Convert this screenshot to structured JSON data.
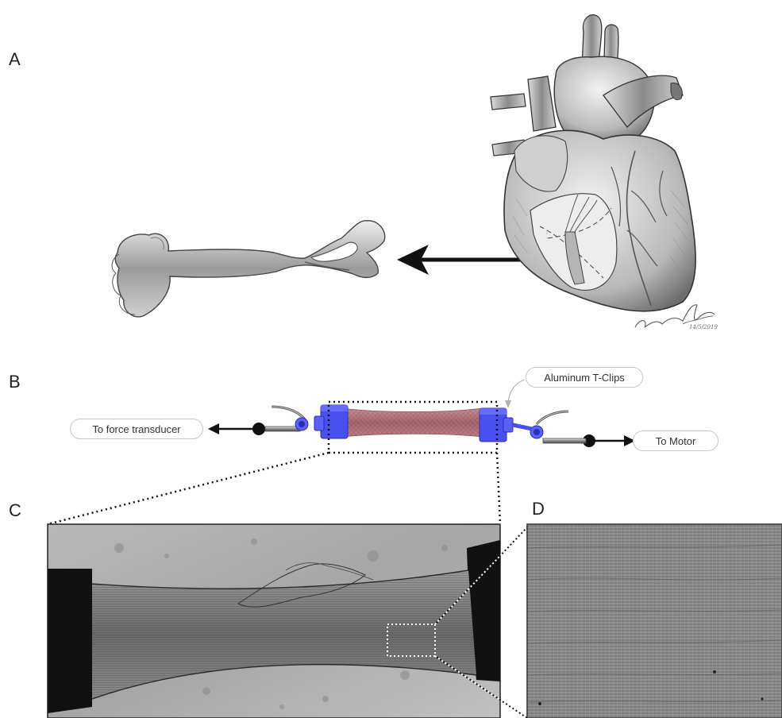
{
  "panels": {
    "a": {
      "letter": "A"
    },
    "b": {
      "letter": "B"
    },
    "c": {
      "letter": "C"
    },
    "d": {
      "letter": "D"
    }
  },
  "labels": {
    "force_transducer": "To force transducer",
    "motor": "To Motor",
    "clips": "Aluminum T-Clips"
  },
  "signature": "Abdulrahman Sulaiman 14/5/2019",
  "colors": {
    "clip_blue": "#4a50f0",
    "tissue_pink": "#a9646d",
    "arrow_black": "#111111",
    "micro_gray": "#a8a8a8"
  }
}
